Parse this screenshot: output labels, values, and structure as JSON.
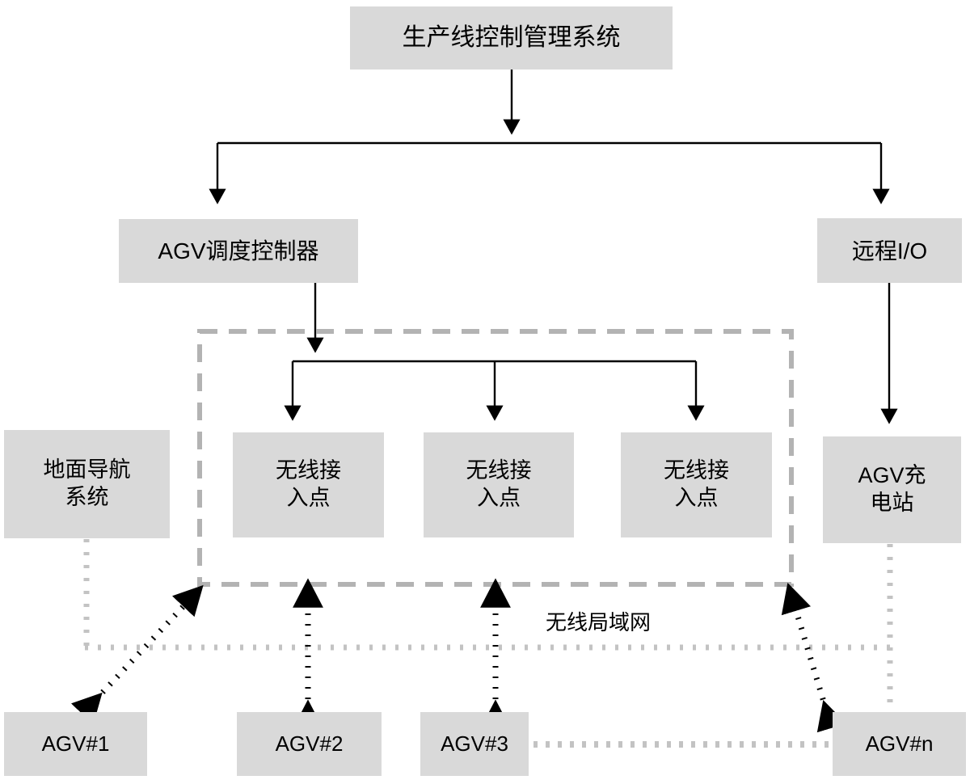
{
  "diagram": {
    "title_node": "生产线控制管理系统",
    "nodes": {
      "plc": "生产线控制管理系统",
      "agv_controller": "AGV调度控制器",
      "remote_io": "远程I/O",
      "floor_navigation": "地面导航\n系统",
      "access_point_1": "无线接\n入点",
      "access_point_2": "无线接\n入点",
      "access_point_3": "无线接\n入点",
      "charging_station": "AGV充\n电站",
      "agv_1": "AGV#1",
      "agv_2": "AGV#2",
      "agv_3": "AGV#3",
      "agv_n": "AGV#n"
    },
    "labels": {
      "wlan": "无线局域网"
    },
    "colors": {
      "node_fill": "#d9d9d9",
      "wire": "#000000",
      "dashed_group": "#b3b3b3",
      "dotted_gray": "#c0c0c0",
      "text": "#000000",
      "background": "#ffffff"
    }
  }
}
